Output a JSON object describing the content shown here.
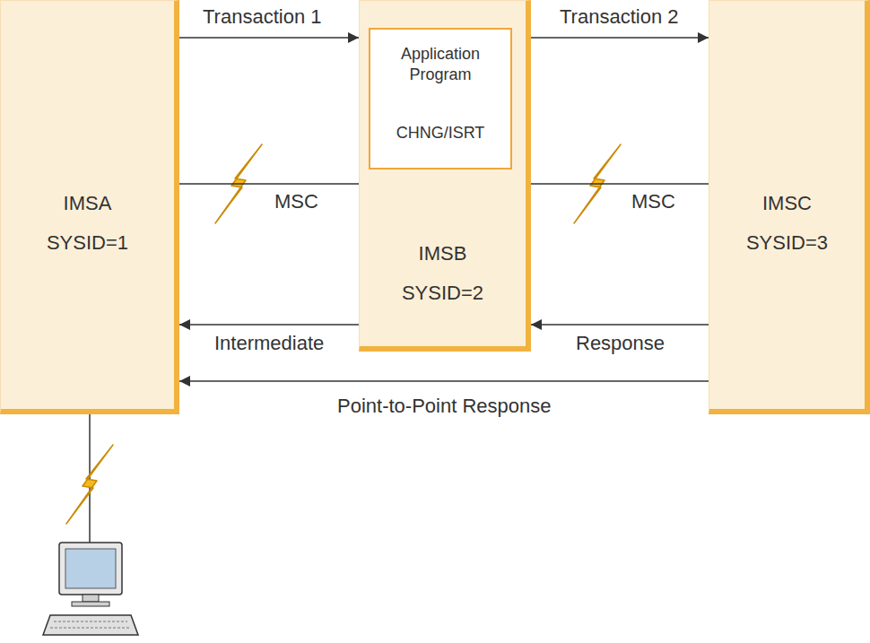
{
  "diagram": {
    "nodes": [
      {
        "text": [
          "IMSA",
          "SYSID=1"
        ]
      },
      {
        "text": [
          "IMSB",
          "SYSID=2"
        ]
      },
      {
        "text": [
          "Application Program",
          "CHNG/ISRT"
        ],
        "in": 1
      },
      {
        "text": [
          "IMSC",
          "SYSID=3"
        ]
      }
    ],
    "edges": [
      {
        "from": 0,
        "to": 1,
        "arrow": "to",
        "label": "Transaction 1"
      },
      {
        "from": 1,
        "to": 3,
        "arrow": "to",
        "label": "Transaction 2"
      },
      {
        "from": 0,
        "to": 1,
        "arrow": "none",
        "label": "MSC"
      },
      {
        "from": 1,
        "to": 3,
        "arrow": "none",
        "label": "MSC"
      },
      {
        "from": 1,
        "to": 0,
        "arrow": "to",
        "label": "Intermediate"
      },
      {
        "from": 3,
        "to": 1,
        "arrow": "to",
        "label": "Response"
      },
      {
        "from": 3,
        "to": 0,
        "arrow": "to",
        "label": "Point-to-Point Response"
      }
    ]
  }
}
